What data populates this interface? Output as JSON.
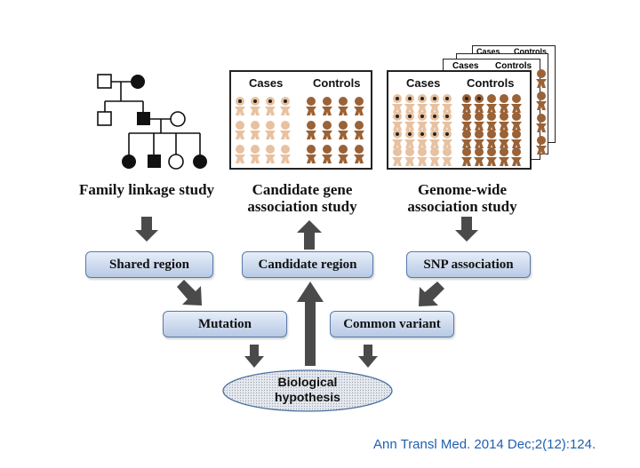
{
  "panels": {
    "candidate": {
      "cases": "Cases",
      "controls": "Controls"
    },
    "gwas": {
      "cases": "Cases",
      "controls": "Controls",
      "back_cases": "Cases",
      "back_controls": "Controls"
    }
  },
  "studies": {
    "family": "Family linkage study",
    "candidate": "Candidate gene\nassociation  study",
    "gwas": "Genome-wide\nassociation  study"
  },
  "boxes": {
    "shared_region": "Shared region",
    "candidate_region": "Candidate region",
    "snp_association": "SNP association",
    "mutation": "Mutation",
    "common_variant": "Common variant"
  },
  "hypothesis": "Biological\nhypothesis",
  "citation": "Ann Transl Med. 2014 Dec;2(12):124.",
  "colors": {
    "case_figure": "#e8c1a0",
    "control_figure": "#9a6236",
    "box_border": "#5a7aa6",
    "arrow": "#4a4a4a",
    "citation": "#2060b0"
  }
}
